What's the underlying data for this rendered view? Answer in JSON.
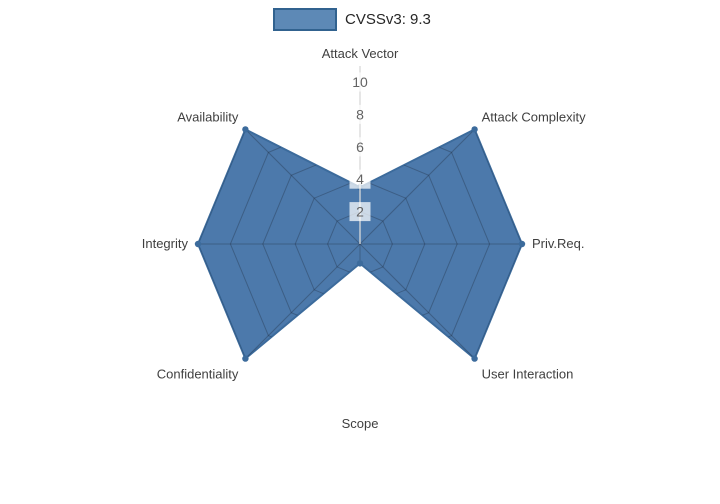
{
  "legend": {
    "label": "CVSSv3: 9.3",
    "swatch_fill": "#5d89b6",
    "swatch_border": "#31628f"
  },
  "chart_data": {
    "type": "radar",
    "title": "",
    "categories": [
      "Attack Vector",
      "Attack Complexity",
      "Priv.Req.",
      "User Interaction",
      "Scope",
      "Confidentiality",
      "Integrity",
      "Availability"
    ],
    "series": [
      {
        "name": "CVSSv3: 9.3",
        "values": [
          3.5,
          10,
          10,
          10,
          1.2,
          10,
          10,
          10
        ]
      }
    ],
    "radial_ticks": [
      2,
      4,
      6,
      8,
      10
    ],
    "radial_range": [
      0,
      10
    ],
    "legend_position": "top",
    "grid_on": true,
    "colors": {
      "fill": "#4c79ab",
      "line": "#3c6b9c",
      "grid_line": "rgba(20,25,35,0.28)",
      "radial_axis_line": "#d9d9d9",
      "tick_label": "#636363",
      "tick_label_box": "#ffffff",
      "category_label": "#3f3f3f",
      "background": "#ffffff"
    }
  }
}
